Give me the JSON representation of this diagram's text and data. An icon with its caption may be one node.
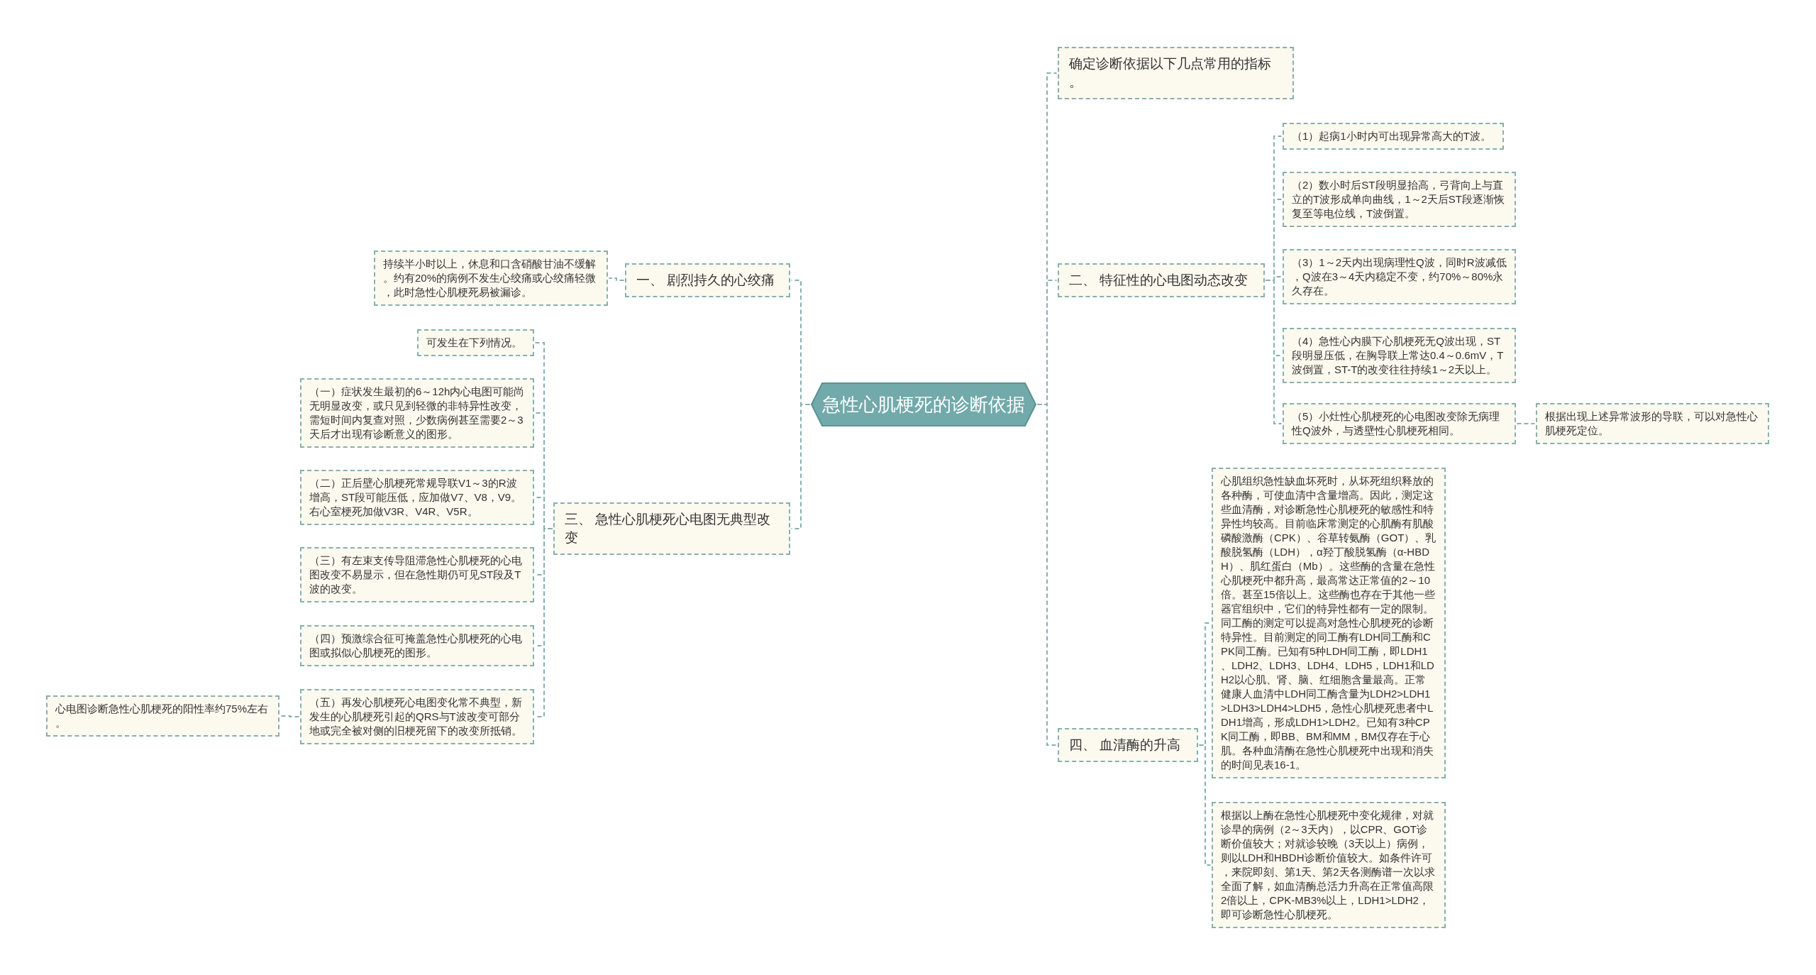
{
  "diagram": {
    "nodes": [
      {
        "text": [
          "急性心肌梗死的诊断依据"
        ]
      },
      {
        "text": [
          "一、 剧烈持久的心绞痛"
        ]
      },
      {
        "text": [
          "持续半小时以上，休息和口含硝酸甘油不缓解。约有20%的病例不发生心绞痛或心绞痛轻微，此时急性心肌梗死易被漏诊。"
        ]
      },
      {
        "text": [
          "三、 急性心肌梗死心电图无典型改变"
        ]
      },
      {
        "text": [
          "可发生在下列情况。"
        ]
      },
      {
        "text": [
          "（一）症状发生最初的6～12h内心电图可能尚无明显改变，或只见到轻微的非特异性改变，需短时间内复查对照，少数病例甚至需要2～3天后才出现有诊断意义的图形。"
        ]
      },
      {
        "text": [
          "（二）正后壁心肌梗死常规导联V1～3的R波增高，ST段可能压低，应加做V7、V8，V9。右心室梗死加做V3R、V4R、V5R。"
        ]
      },
      {
        "text": [
          "（三）有左束支传导阻滞急性心肌梗死的心电图改变不易显示，但在急性期仍可见ST段及T波的改变。"
        ]
      },
      {
        "text": [
          "（四）预激综合征可掩盖急性心肌梗死的心电图或拟似心肌梗死的图形。"
        ]
      },
      {
        "text": [
          "（五）再发心肌梗死心电图变化常不典型，新发生的心肌梗死引起的QRS与T波改变可部分地或完全被对侧的旧梗死留下的改变所抵销。"
        ]
      },
      {
        "text": [
          "心电图诊断急性心肌梗死的阳性率约75%左右。"
        ]
      },
      {
        "text": [
          "确定诊断依据以下几点常用的指标。"
        ]
      },
      {
        "text": [
          "二、 特征性的心电图动态改变"
        ]
      },
      {
        "text": [
          "（1）起病1小时内可出现异常高大的T波。"
        ]
      },
      {
        "text": [
          "（2）数小时后ST段明显抬高，弓背向上与直立的T波形成单向曲线，1～2天后ST段逐渐恢复至等电位线，T波倒置。"
        ]
      },
      {
        "text": [
          "（3）1～2天内出现病理性Q波，同时R波减低，Q波在3～4天内稳定不变，约70%～80%永久存在。"
        ]
      },
      {
        "text": [
          "（4）急性心内膜下心肌梗死无Q波出现，ST段明显压低，在胸导联上常达0.4～0.6mV，T波倒置，ST-T的改变往往持续1～2天以上。"
        ]
      },
      {
        "text": [
          "（5）小灶性心肌梗死的心电图改变除无病理性Q波外，与透壁性心肌梗死相同。"
        ]
      },
      {
        "text": [
          "根据出现上述异常波形的导联，可以对急性心肌梗死定位。"
        ]
      },
      {
        "text": [
          "四、 血清酶的升高"
        ]
      },
      {
        "text": [
          "心肌组织急性缺血坏死时，从坏死组织释放的各种酶，可使血清中含量增高。因此，测定这些血清酶，对诊断急性心肌梗死的敏感性和特异性均较高。目前临床常测定的心肌酶有肌酸磷酸激酶（CPK）、谷草转氨酶（GOT）、乳酸脱氢酶（LDH），α羟丁酸脱氢酶（α-HBDH）、肌红蛋白（Mb）。这些酶的含量在急性心肌梗死中都升高，最高常达正常值的2～10倍。甚至15倍以上。这些酶也存在于其他一些器官组织中，它们的特异性都有一定的限制。同工酶的测定可以提高对急性心肌梗死的诊断特异性。目前测定的同工酶有LDH同工酶和CPK同工酶。已知有5种LDH同工酶，即LDH1、LDH2、LDH3、LDH4、LDH5，LDH1和LDH2以心肌、肾、脑、红细胞含量最高。正常健康人血清中LDH同工酶含量为LDH2>LDH1>LDH3>LDH4>LDH5，急性心肌梗死患者中LDH1增高，形成LDH1>LDH2。已知有3种CPK同工酶，即BB、BM和MM，BM仅存在于心肌。各种血清酶在急性心肌梗死中出现和消失的时间见表16-1。"
        ]
      },
      {
        "text": [
          "根据以上酶在急性心肌梗死中变化规律，对就诊早的病例（2～3天内），以CPR、GOT诊断价值较大；对就诊较晚（3天以上）病例，则以LDH和HBDH诊断价值较大。如条件许可，来院即刻、第1天、第2天各测酶谱一次以求全面了解，如血清酶总活力升高在正常值高限2倍以上，CPK-MB3%以上，LDH1>LDH2，即可诊断急性心肌梗死。"
        ]
      }
    ],
    "edges": [
      {
        "from": 0,
        "to": 1,
        "arrow": "none"
      },
      {
        "from": 1,
        "to": 2,
        "arrow": "none"
      },
      {
        "from": 0,
        "to": 3,
        "arrow": "none"
      },
      {
        "from": 3,
        "to": 4,
        "arrow": "none"
      },
      {
        "from": 3,
        "to": 5,
        "arrow": "none"
      },
      {
        "from": 3,
        "to": 6,
        "arrow": "none"
      },
      {
        "from": 3,
        "to": 7,
        "arrow": "none"
      },
      {
        "from": 3,
        "to": 8,
        "arrow": "none"
      },
      {
        "from": 3,
        "to": 9,
        "arrow": "none"
      },
      {
        "from": 9,
        "to": 10,
        "arrow": "none"
      },
      {
        "from": 0,
        "to": 11,
        "arrow": "none"
      },
      {
        "from": 0,
        "to": 12,
        "arrow": "none"
      },
      {
        "from": 12,
        "to": 13,
        "arrow": "none"
      },
      {
        "from": 12,
        "to": 14,
        "arrow": "none"
      },
      {
        "from": 12,
        "to": 15,
        "arrow": "none"
      },
      {
        "from": 12,
        "to": 16,
        "arrow": "none"
      },
      {
        "from": 12,
        "to": 17,
        "arrow": "none"
      },
      {
        "from": 17,
        "to": 18,
        "arrow": "none"
      },
      {
        "from": 0,
        "to": 19,
        "arrow": "none"
      },
      {
        "from": 19,
        "to": 20,
        "arrow": "none"
      },
      {
        "from": 19,
        "to": 21,
        "arrow": "none"
      }
    ]
  }
}
